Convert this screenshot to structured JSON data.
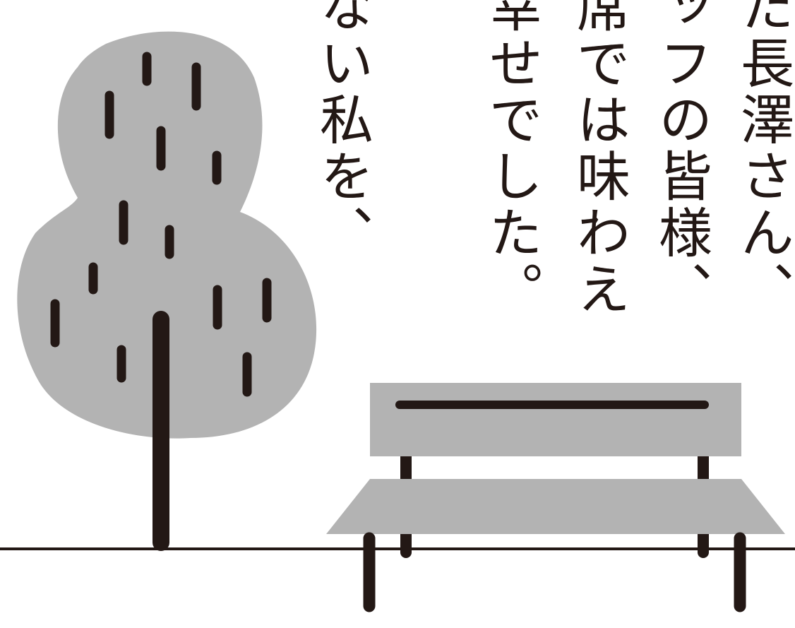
{
  "text_columns": [
    "た長澤さん、",
    "ッフの皆様、",
    "席では味わえ",
    "幸せでした。",
    "ない私を、"
  ],
  "colors": {
    "ink": "#231815",
    "fill_gray": "#b3b3b3",
    "background": "#ffffff"
  }
}
